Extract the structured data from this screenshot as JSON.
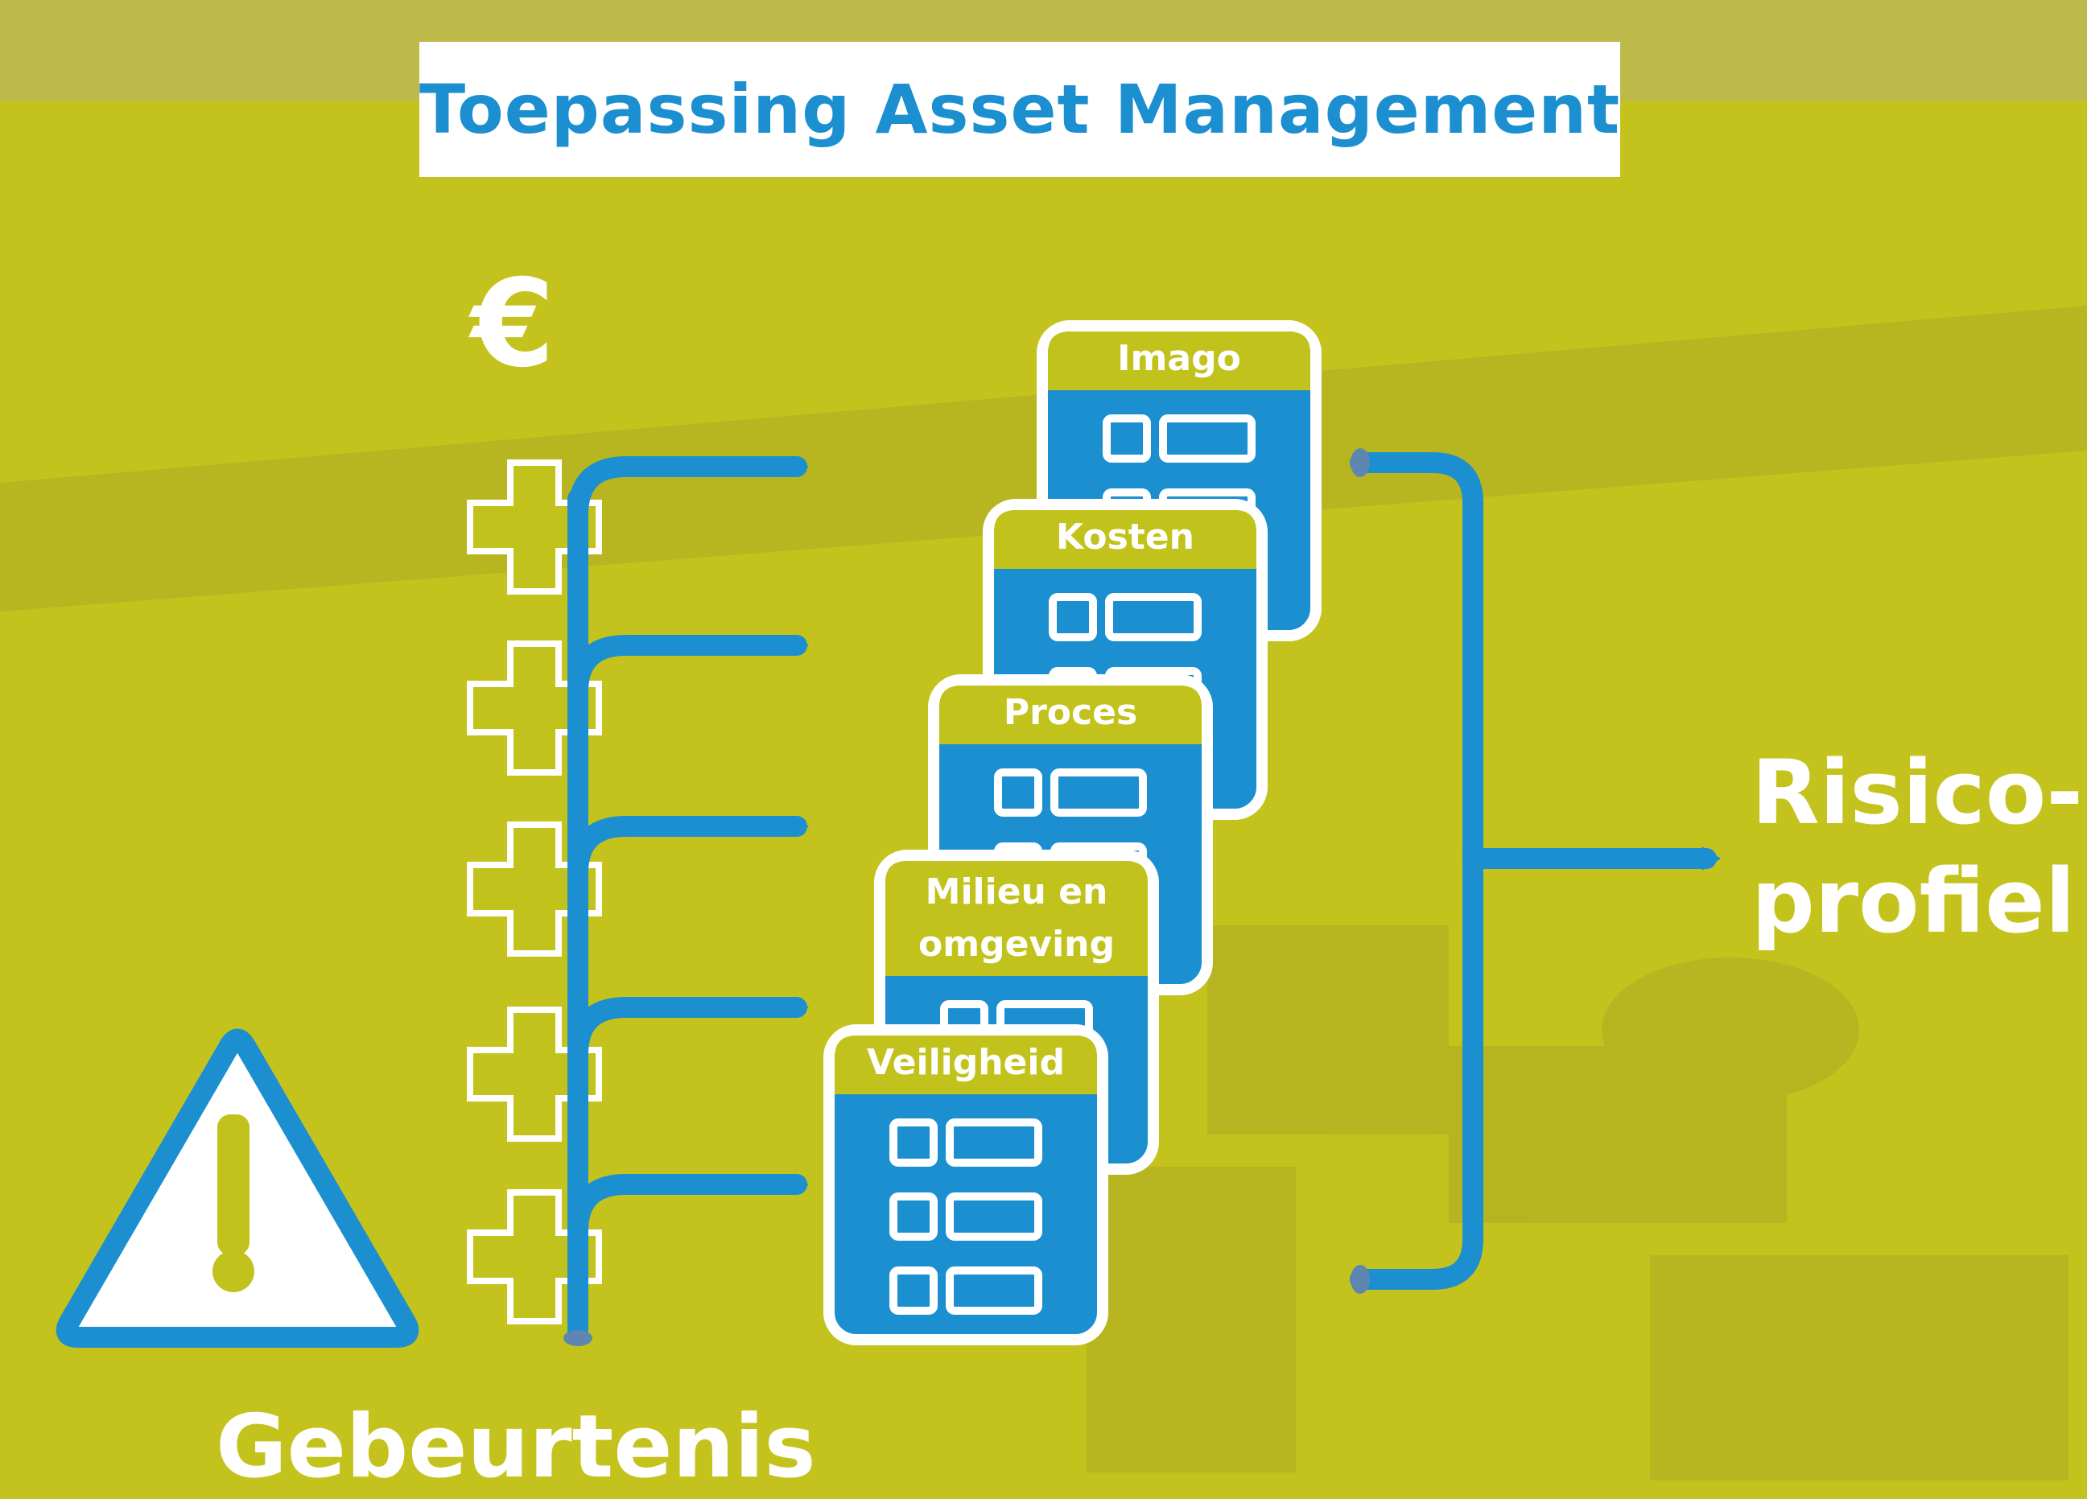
{
  "title": "Toepassing Asset Management",
  "currency_symbol": "€",
  "event_label": "Gebeurtenis",
  "result_label_line1": "Risico-",
  "result_label_line2": "profiel",
  "cards": [
    {
      "line1": "Imago",
      "line2": ""
    },
    {
      "line1": "Kosten",
      "line2": ""
    },
    {
      "line1": "Proces",
      "line2": ""
    },
    {
      "line1": "Milieu en",
      "line2": "omgeving"
    },
    {
      "line1": "Veiligheid",
      "line2": ""
    }
  ],
  "colors": {
    "background": "#c4c31e",
    "blue": "#1b8fcf",
    "header_green": "#c2c21c",
    "white": "#ffffff"
  }
}
